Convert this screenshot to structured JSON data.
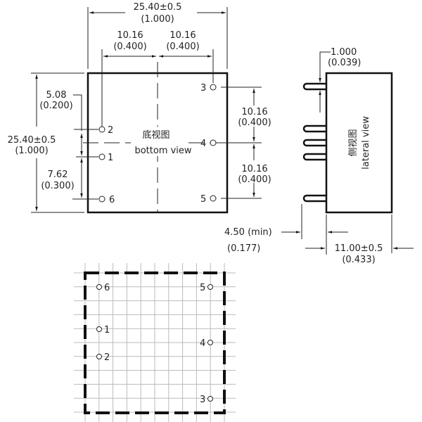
{
  "bottom_view": {
    "title_cn": "底视图",
    "title_en": "bottom view",
    "width_dim": "25.40±0.5",
    "width_dim_in": "(1.000)",
    "pitch_left": "10.16",
    "pitch_left_in": "(0.400)",
    "pitch_right": "10.16",
    "pitch_right_in": "(0.400)",
    "height_dim": "25.40±0.5",
    "height_dim_in": "(1.000)",
    "dim_508": "5.08",
    "dim_508_in": "(0.200)",
    "dim_762": "7.62",
    "dim_762_in": "(0.300)",
    "right_pitch_a": "10.16",
    "right_pitch_a_in": "(0.400)",
    "right_pitch_b": "10.16",
    "right_pitch_b_in": "(0.400)",
    "pins": [
      "1",
      "2",
      "3",
      "4",
      "5",
      "6"
    ]
  },
  "lateral_view": {
    "title_cn": "侧视图",
    "title_en": "lateral view",
    "pin_dia": "1.000",
    "pin_dia_in": "(0.039)",
    "pin_len": "4.50 (min)",
    "pin_len_in": "(0.177)",
    "depth": "11.00±0.5",
    "depth_in": "(0.433)"
  },
  "footprint": {
    "pins": [
      "6",
      "1",
      "2",
      "5",
      "4",
      "3"
    ]
  }
}
